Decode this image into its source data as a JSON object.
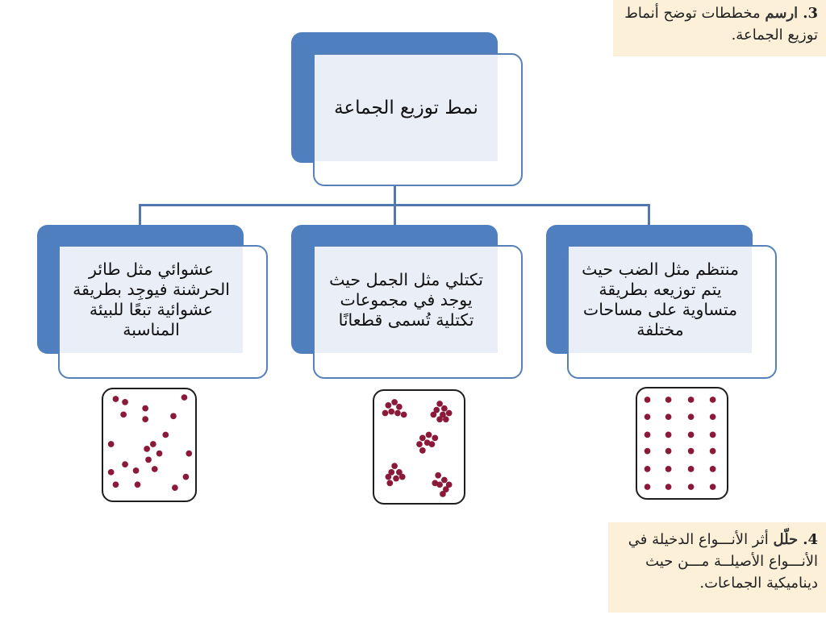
{
  "question3": {
    "number": "3.",
    "keyword": "ارسم",
    "text": "مخططات توضح أنماط توزيع الجماعة."
  },
  "question4": {
    "number": "4.",
    "keyword": "حلّل",
    "text": "أثر الأنـــواع الدخيلة في الأنـــواع الأصيلــة مـــن حيث ديناميكية الجماعات."
  },
  "diagram": {
    "root": "نمط توزيع الجماعة",
    "categories": [
      {
        "id": "random",
        "lines": [
          "عشوائي مثل طائر",
          "الحرشنة فيوجِد بطريقة",
          "عشوائية تبعًا للبيئة",
          "المناسبة"
        ]
      },
      {
        "id": "clumped",
        "lines": [
          "تكتلي مثل الجمل حيث",
          "يوجد في مجموعات",
          "تكتلية تُسمى قطعانًا"
        ]
      },
      {
        "id": "uniform",
        "lines": [
          "منتظم مثل الضب حيث",
          "يتم توزيعه بطريقة",
          "متساوية على مساحات",
          "مختلفة"
        ]
      }
    ]
  },
  "colors": {
    "accent": "#4f7fbe",
    "dot": "#8b1a3a",
    "note_bg": "#fcf0d8"
  }
}
